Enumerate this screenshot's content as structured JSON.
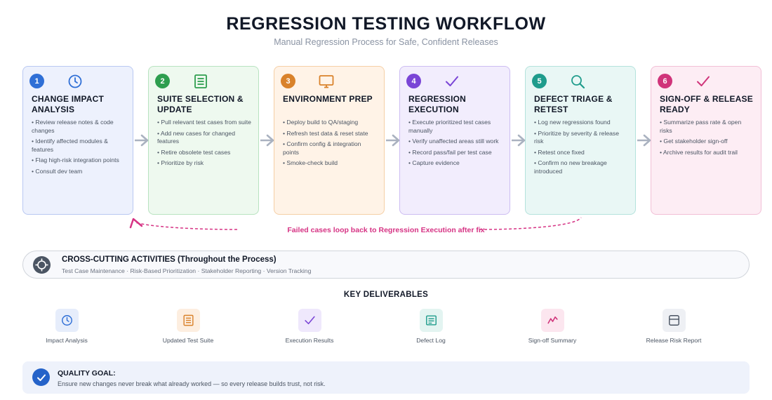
{
  "header": {
    "title": "REGRESSION TESTING WORKFLOW",
    "subtitle": "Manual Regression Process for Safe, Confident Releases"
  },
  "steps": [
    {
      "number": "1",
      "title": "CHANGE IMPACT ANALYSIS",
      "icon": "clock-icon",
      "accent": "#2f6fd6",
      "bg": "#edf1fd",
      "border": "#b9c8f2",
      "bullets": [
        "Review release notes & code changes",
        "Identify affected modules & features",
        "Flag high-risk integration points",
        "Consult dev team"
      ]
    },
    {
      "number": "2",
      "title": "SUITE SELECTION & UPDATE",
      "icon": "document-icon",
      "accent": "#2e9e4f",
      "bg": "#eef9ef",
      "border": "#b8e3c0",
      "bullets": [
        "Pull relevant test cases from suite",
        "Add new cases for changed features",
        "Retire obsolete test cases",
        "Prioritize by risk"
      ]
    },
    {
      "number": "3",
      "title": "ENVIRONMENT PREP",
      "icon": "monitor-icon",
      "accent": "#d9822b",
      "bg": "#fff3e7",
      "border": "#f5cfa6",
      "bullets": [
        "Deploy build to QA/staging",
        "Refresh test data & reset state",
        "Confirm config & integration points",
        "Smoke-check build"
      ]
    },
    {
      "number": "4",
      "title": "REGRESSION EXECUTION",
      "icon": "check-icon",
      "accent": "#7a45d6",
      "bg": "#f2edfd",
      "border": "#cdbdf2",
      "bullets": [
        "Execute prioritized test cases manually",
        "Verify unaffected areas still work",
        "Record pass/fail per test case",
        "Capture evidence"
      ]
    },
    {
      "number": "5",
      "title": "DEFECT TRIAGE & RETEST",
      "icon": "search-icon",
      "accent": "#1f9c8c",
      "bg": "#e9f7f5",
      "border": "#b4e2dc",
      "bullets": [
        "Log new regressions found",
        "Prioritize by severity & release risk",
        "Retest once fixed",
        "Confirm no new breakage introduced"
      ]
    },
    {
      "number": "6",
      "title": "SIGN-OFF & RELEASE READY",
      "icon": "check-icon",
      "accent": "#d0347a",
      "bg": "#fdedf4",
      "border": "#f2bfd6",
      "bullets": [
        "Summarize pass rate & open risks",
        "Get stakeholder sign-off",
        "Archive results for audit trail"
      ]
    }
  ],
  "loop": {
    "text": "Failed cases loop back to Regression Execution after fix",
    "color": "#d63384"
  },
  "cross_cutting": {
    "title": "CROSS-CUTTING ACTIVITIES (Throughout the Process)",
    "subtitle": "Test Case Maintenance · Risk-Based Prioritization · Stakeholder Reporting · Version Tracking",
    "icon": "target-icon"
  },
  "deliverables": {
    "title": "KEY DELIVERABLES",
    "items": [
      {
        "label": "Impact Analysis",
        "icon": "clock-icon",
        "color": "#2f6fd6",
        "bg": "#e6edfb"
      },
      {
        "label": "Updated Test Suite",
        "icon": "document-icon",
        "color": "#d9822b",
        "bg": "#fdeee0"
      },
      {
        "label": "Execution Results",
        "icon": "check-icon",
        "color": "#7a45d6",
        "bg": "#efe8fc"
      },
      {
        "label": "Defect Log",
        "icon": "log-icon",
        "color": "#1f9c8c",
        "bg": "#e3f4f1"
      },
      {
        "label": "Sign-off Summary",
        "icon": "trend-icon",
        "color": "#d0347a",
        "bg": "#fce6ef"
      },
      {
        "label": "Release Risk Report",
        "icon": "window-icon",
        "color": "#4b5563",
        "bg": "#eef0f4"
      }
    ]
  },
  "quality_goal": {
    "title": "QUALITY GOAL:",
    "text": "Ensure new changes never break what already worked — so every release builds trust, not risk.",
    "icon": "check-circle-icon"
  }
}
